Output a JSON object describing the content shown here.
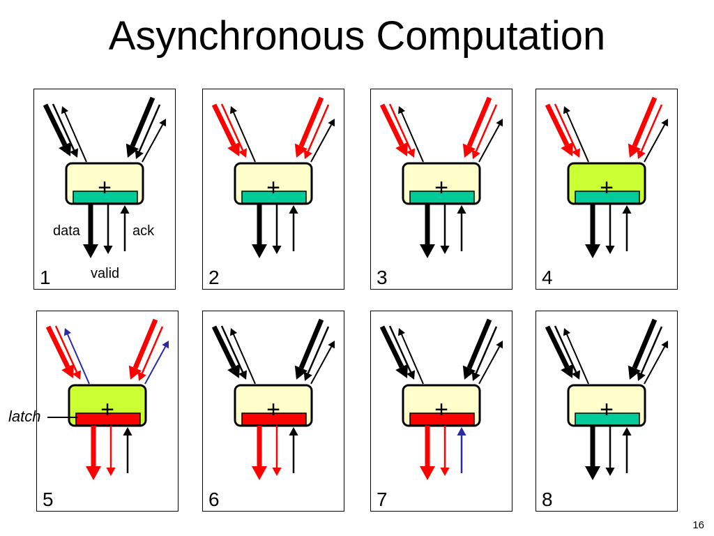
{
  "title": "Asynchronous Computation",
  "slide_number": "16",
  "labels": {
    "data": "data",
    "ack": "ack",
    "valid": "valid",
    "latch": "latch"
  },
  "colors": {
    "black": "#000000",
    "red": "#ff0000",
    "blue": "#2a2aa8",
    "idle_box": "#ffffcc",
    "computed_box": "#ccff33",
    "latch_empty": "#00cc99",
    "latch_full": "#ff0000",
    "operator_text": "#000000"
  },
  "operator": "+",
  "panels": [
    {
      "number": "1",
      "in_data": "black",
      "in_valid": "black",
      "in_ack": "black",
      "box": "idle",
      "latch": "empty",
      "out_data": "black",
      "out_valid": "black",
      "out_ack": "black"
    },
    {
      "number": "2",
      "in_data": "red",
      "in_valid": "red",
      "in_ack": "black",
      "box": "idle",
      "latch": "empty",
      "out_data": "black",
      "out_valid": "black",
      "out_ack": "black"
    },
    {
      "number": "3",
      "in_data": "red",
      "in_valid": "red",
      "in_ack": "black",
      "box": "idle",
      "latch": "empty",
      "out_data": "black",
      "out_valid": "black",
      "out_ack": "black"
    },
    {
      "number": "4",
      "in_data": "red",
      "in_valid": "red",
      "in_ack": "black",
      "box": "computed",
      "latch": "empty",
      "out_data": "black",
      "out_valid": "black",
      "out_ack": "black"
    },
    {
      "number": "5",
      "in_data": "red",
      "in_valid": "red",
      "in_ack": "blue",
      "box": "computed",
      "latch": "full",
      "out_data": "red",
      "out_valid": "red",
      "out_ack": "black"
    },
    {
      "number": "6",
      "in_data": "black",
      "in_valid": "black",
      "in_ack": "black",
      "box": "idle",
      "latch": "full",
      "out_data": "red",
      "out_valid": "red",
      "out_ack": "black"
    },
    {
      "number": "7",
      "in_data": "black",
      "in_valid": "black",
      "in_ack": "black",
      "box": "idle",
      "latch": "full",
      "out_data": "red",
      "out_valid": "red",
      "out_ack": "blue"
    },
    {
      "number": "8",
      "in_data": "black",
      "in_valid": "black",
      "in_ack": "black",
      "box": "idle",
      "latch": "empty",
      "out_data": "black",
      "out_valid": "black",
      "out_ack": "black"
    }
  ]
}
